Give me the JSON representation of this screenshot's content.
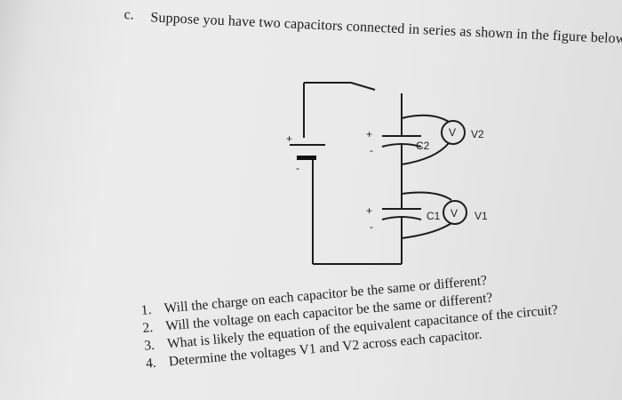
{
  "problem": {
    "label": "c.",
    "statement": "Suppose you have two capacitors connected in series as shown in the figure below:"
  },
  "circuit": {
    "labels": {
      "battery_plus": "+",
      "battery_minus": "-",
      "c2_plus": "+",
      "c2_minus": "-",
      "c2": "C2",
      "c1_plus": "+",
      "c1_minus": "-",
      "c1": "C1",
      "meter_top": "V",
      "meter_bottom": "V",
      "v2": "V2",
      "v1": "V1"
    }
  },
  "questions": [
    {
      "num": "1.",
      "text": "Will the charge on each capacitor be the same or different?"
    },
    {
      "num": "2.",
      "text": "Will the voltage on each capacitor be the same or different?"
    },
    {
      "num": "3.",
      "text": "What is likely the equation of the equivalent capacitance of the circuit?"
    },
    {
      "num": "4.",
      "text": "Determine the voltages V1 and V2 across each capacitor."
    }
  ]
}
